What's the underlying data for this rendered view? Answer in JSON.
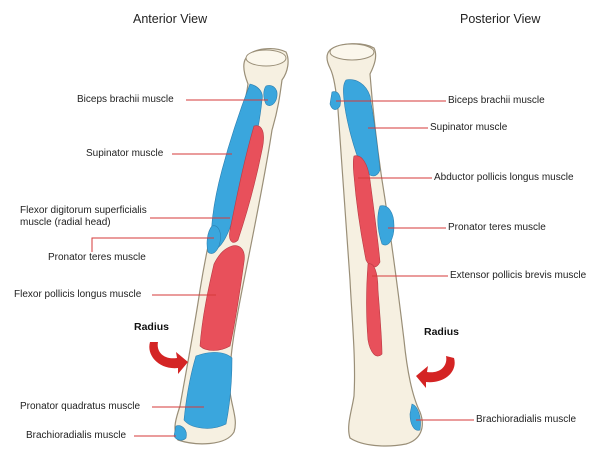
{
  "anterior": {
    "title": "Anterior View",
    "radius_label": "Radius",
    "labels": [
      "Biceps brachii muscle",
      "Supinator muscle",
      "Flexor digitorum superficialis",
      "muscle (radial head)",
      "Pronator teres muscle",
      "Flexor pollicis longus muscle",
      "Pronator quadratus muscle",
      "Brachioradialis muscle"
    ]
  },
  "posterior": {
    "title": "Posterior View",
    "radius_label": "Radius",
    "labels": [
      "Biceps brachii muscle",
      "Supinator muscle",
      "Abductor pollicis longus muscle",
      "Pronator teres muscle",
      "Extensor pollicis brevis muscle",
      "Brachioradialis muscle"
    ]
  },
  "colors": {
    "origin_red": "#e8505b",
    "insertion_blue": "#3aa6dd",
    "bone": "#f6f0e1",
    "bone_outline": "#9a8f78",
    "leader_line": "#d63a3a",
    "arrow_red": "#d42424"
  }
}
